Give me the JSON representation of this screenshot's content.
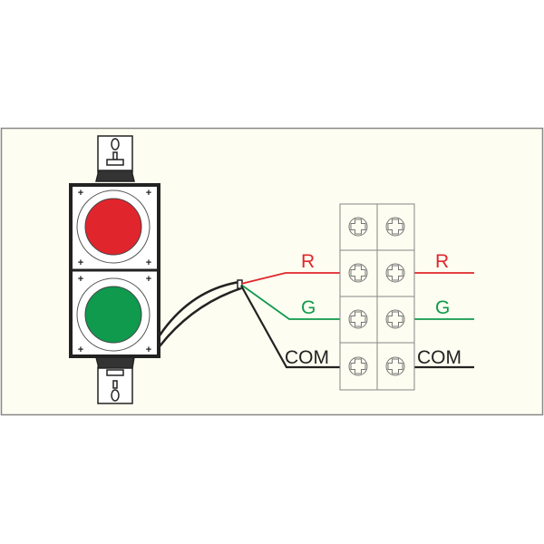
{
  "colors": {
    "background": "#fdfdf1",
    "red": "#e0262c",
    "green": "#0f9a4e",
    "com": "#222222"
  },
  "left_labels": {
    "r": "R",
    "g": "G",
    "com": "COM"
  },
  "right_labels": {
    "r": "R",
    "g": "G",
    "com": "COM"
  }
}
